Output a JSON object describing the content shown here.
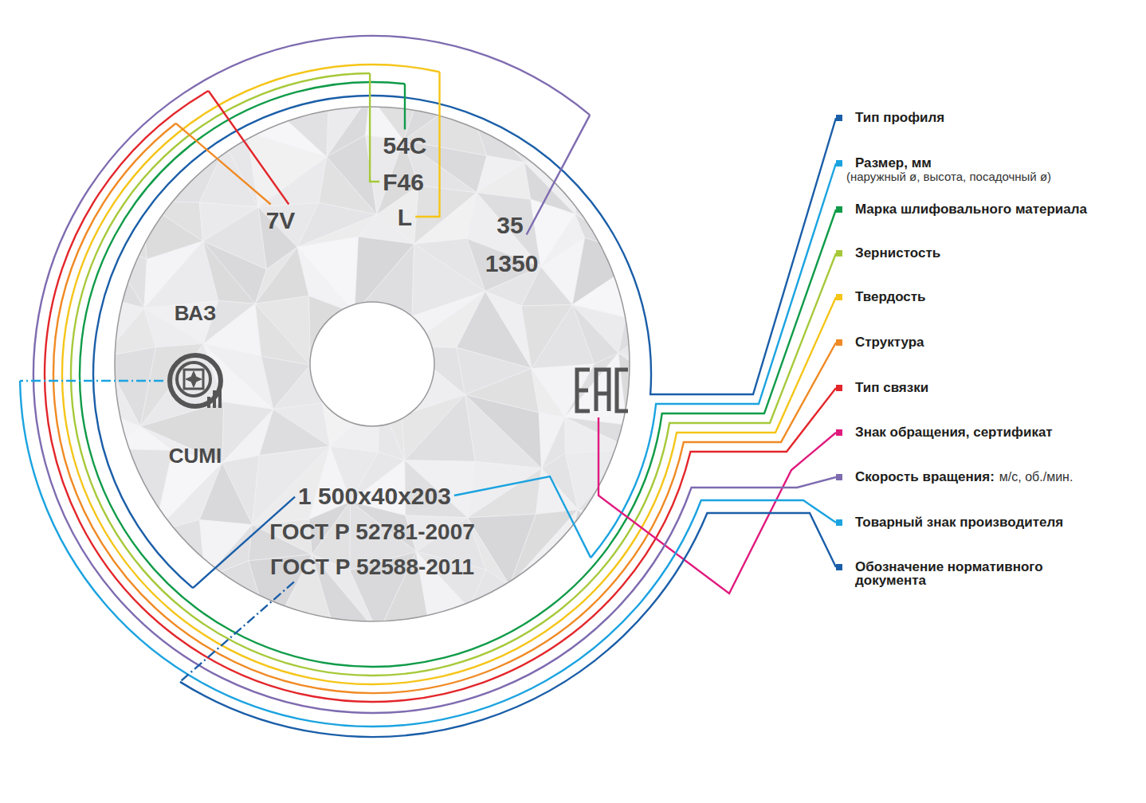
{
  "diagram": {
    "labels": [
      "54C",
      "F46",
      "L",
      "7V",
      "35",
      "1350",
      "ВАЗ",
      "CUMI",
      "1 500x40x203",
      "ГОСТ Р 52781-2007",
      "ГОСТ Р 52588-2011",
      "(наружный ø, высота, посадочный ø)",
      "м/с, об./мин."
    ],
    "legend": [
      {
        "text": "Тип профиля",
        "color": "#1a5ea8"
      },
      {
        "text": "Размер, мм",
        "color": "#1ba3e0"
      },
      {
        "text": "Марка шлифовального материала",
        "color": "#0f9b48"
      },
      {
        "text": "Зернистость",
        "color": "#a6c93a"
      },
      {
        "text": "Твердость",
        "color": "#f5c518"
      },
      {
        "text": "Структура",
        "color": "#f08a24"
      },
      {
        "text": "Тип связки",
        "color": "#e3262b"
      },
      {
        "text": "Знак обращения, сертификат",
        "color": "#e0197d"
      },
      {
        "text": "Скорость вращения:",
        "color": "#7e6bb0"
      },
      {
        "text": "Товарный знак производителя",
        "color": "#1ba3e0"
      },
      {
        "text": "Обозначение нормативного документа",
        "color": "#1a5ea8"
      }
    ]
  }
}
